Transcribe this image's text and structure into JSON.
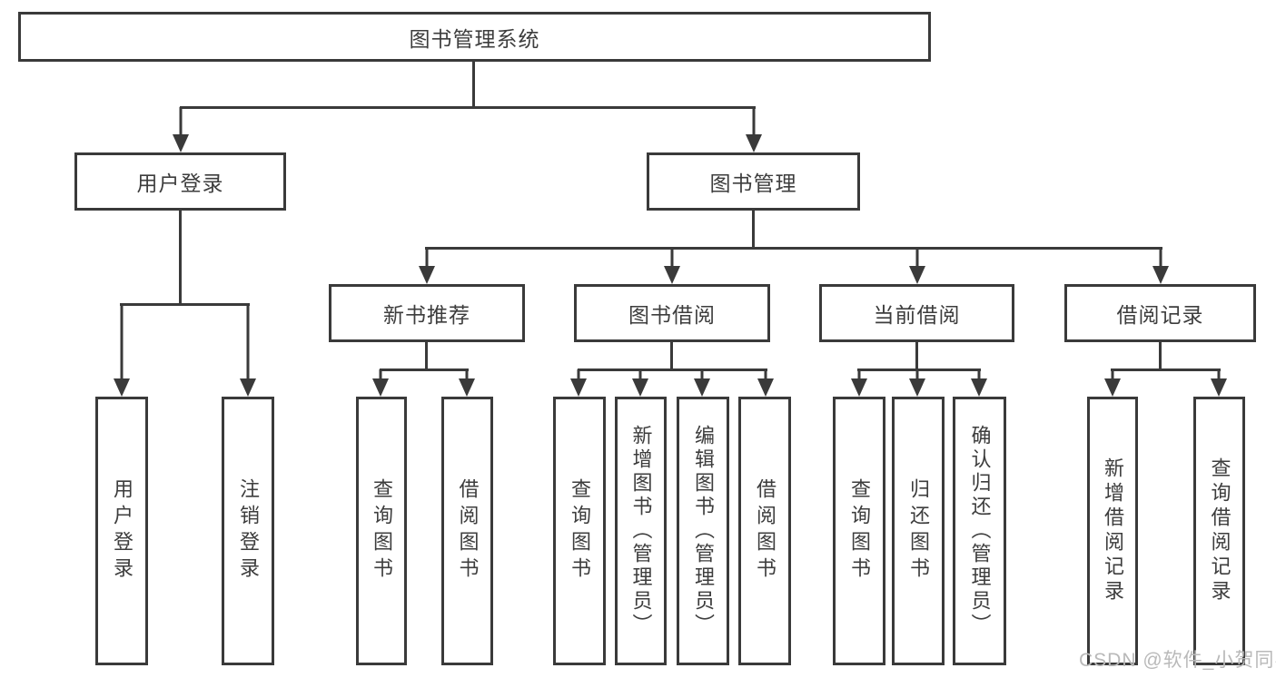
{
  "tree": {
    "root": {
      "label": "图书管理系统"
    },
    "branches": [
      {
        "label": "用户登录",
        "children": [
          {
            "label": "用户登录"
          },
          {
            "label": "注销登录"
          }
        ]
      },
      {
        "label": "图书管理",
        "children": [
          {
            "label": "新书推荐",
            "children": [
              {
                "label": "查询图书"
              },
              {
                "label": "借阅图书"
              }
            ]
          },
          {
            "label": "图书借阅",
            "children": [
              {
                "label": "查询图书"
              },
              {
                "label": "新增图书（管理员）"
              },
              {
                "label": "编辑图书（管理员）"
              },
              {
                "label": "借阅图书"
              }
            ]
          },
          {
            "label": "当前借阅",
            "children": [
              {
                "label": "查询图书"
              },
              {
                "label": "归还图书"
              },
              {
                "label": "确认归还（管理员）"
              }
            ]
          },
          {
            "label": "借阅记录",
            "children": [
              {
                "label": "新增借阅记录"
              },
              {
                "label": "查询借阅记录"
              }
            ]
          }
        ]
      }
    ]
  },
  "watermark": {
    "text": "CSDN @软件_小贺同学"
  },
  "colors": {
    "line": "#3a3a3a",
    "text": "#3d3d3d",
    "watermark": "#b9b9b9",
    "box_fill": "#ffffff",
    "background": "#ffffff"
  }
}
